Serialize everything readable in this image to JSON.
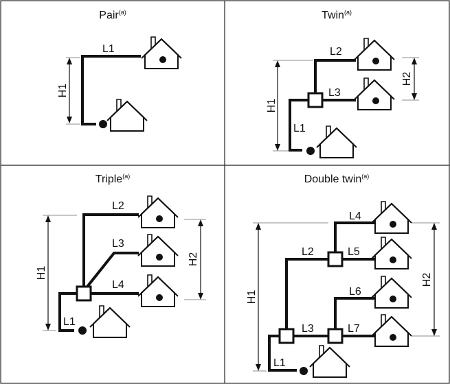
{
  "panels": {
    "pair": {
      "title": "Pair",
      "title_sup": "(a)",
      "labels": {
        "L1": "L1",
        "H1": "H1"
      }
    },
    "twin": {
      "title": "Twin",
      "title_sup": "(a)",
      "labels": {
        "L1": "L1",
        "L2": "L2",
        "L3": "L3",
        "H1": "H1",
        "H2": "H2"
      }
    },
    "triple": {
      "title": "Triple",
      "title_sup": "(a)",
      "labels": {
        "L1": "L1",
        "L2": "L2",
        "L3": "L3",
        "L4": "L4",
        "H1": "H1",
        "H2": "H2"
      }
    },
    "double_twin": {
      "title": "Double twin",
      "title_sup": "(a)",
      "labels": {
        "L1": "L1",
        "L2": "L2",
        "L3": "L3",
        "L4": "L4",
        "L5": "L5",
        "L6": "L6",
        "L7": "L7",
        "H1": "H1",
        "H2": "H2"
      }
    }
  }
}
